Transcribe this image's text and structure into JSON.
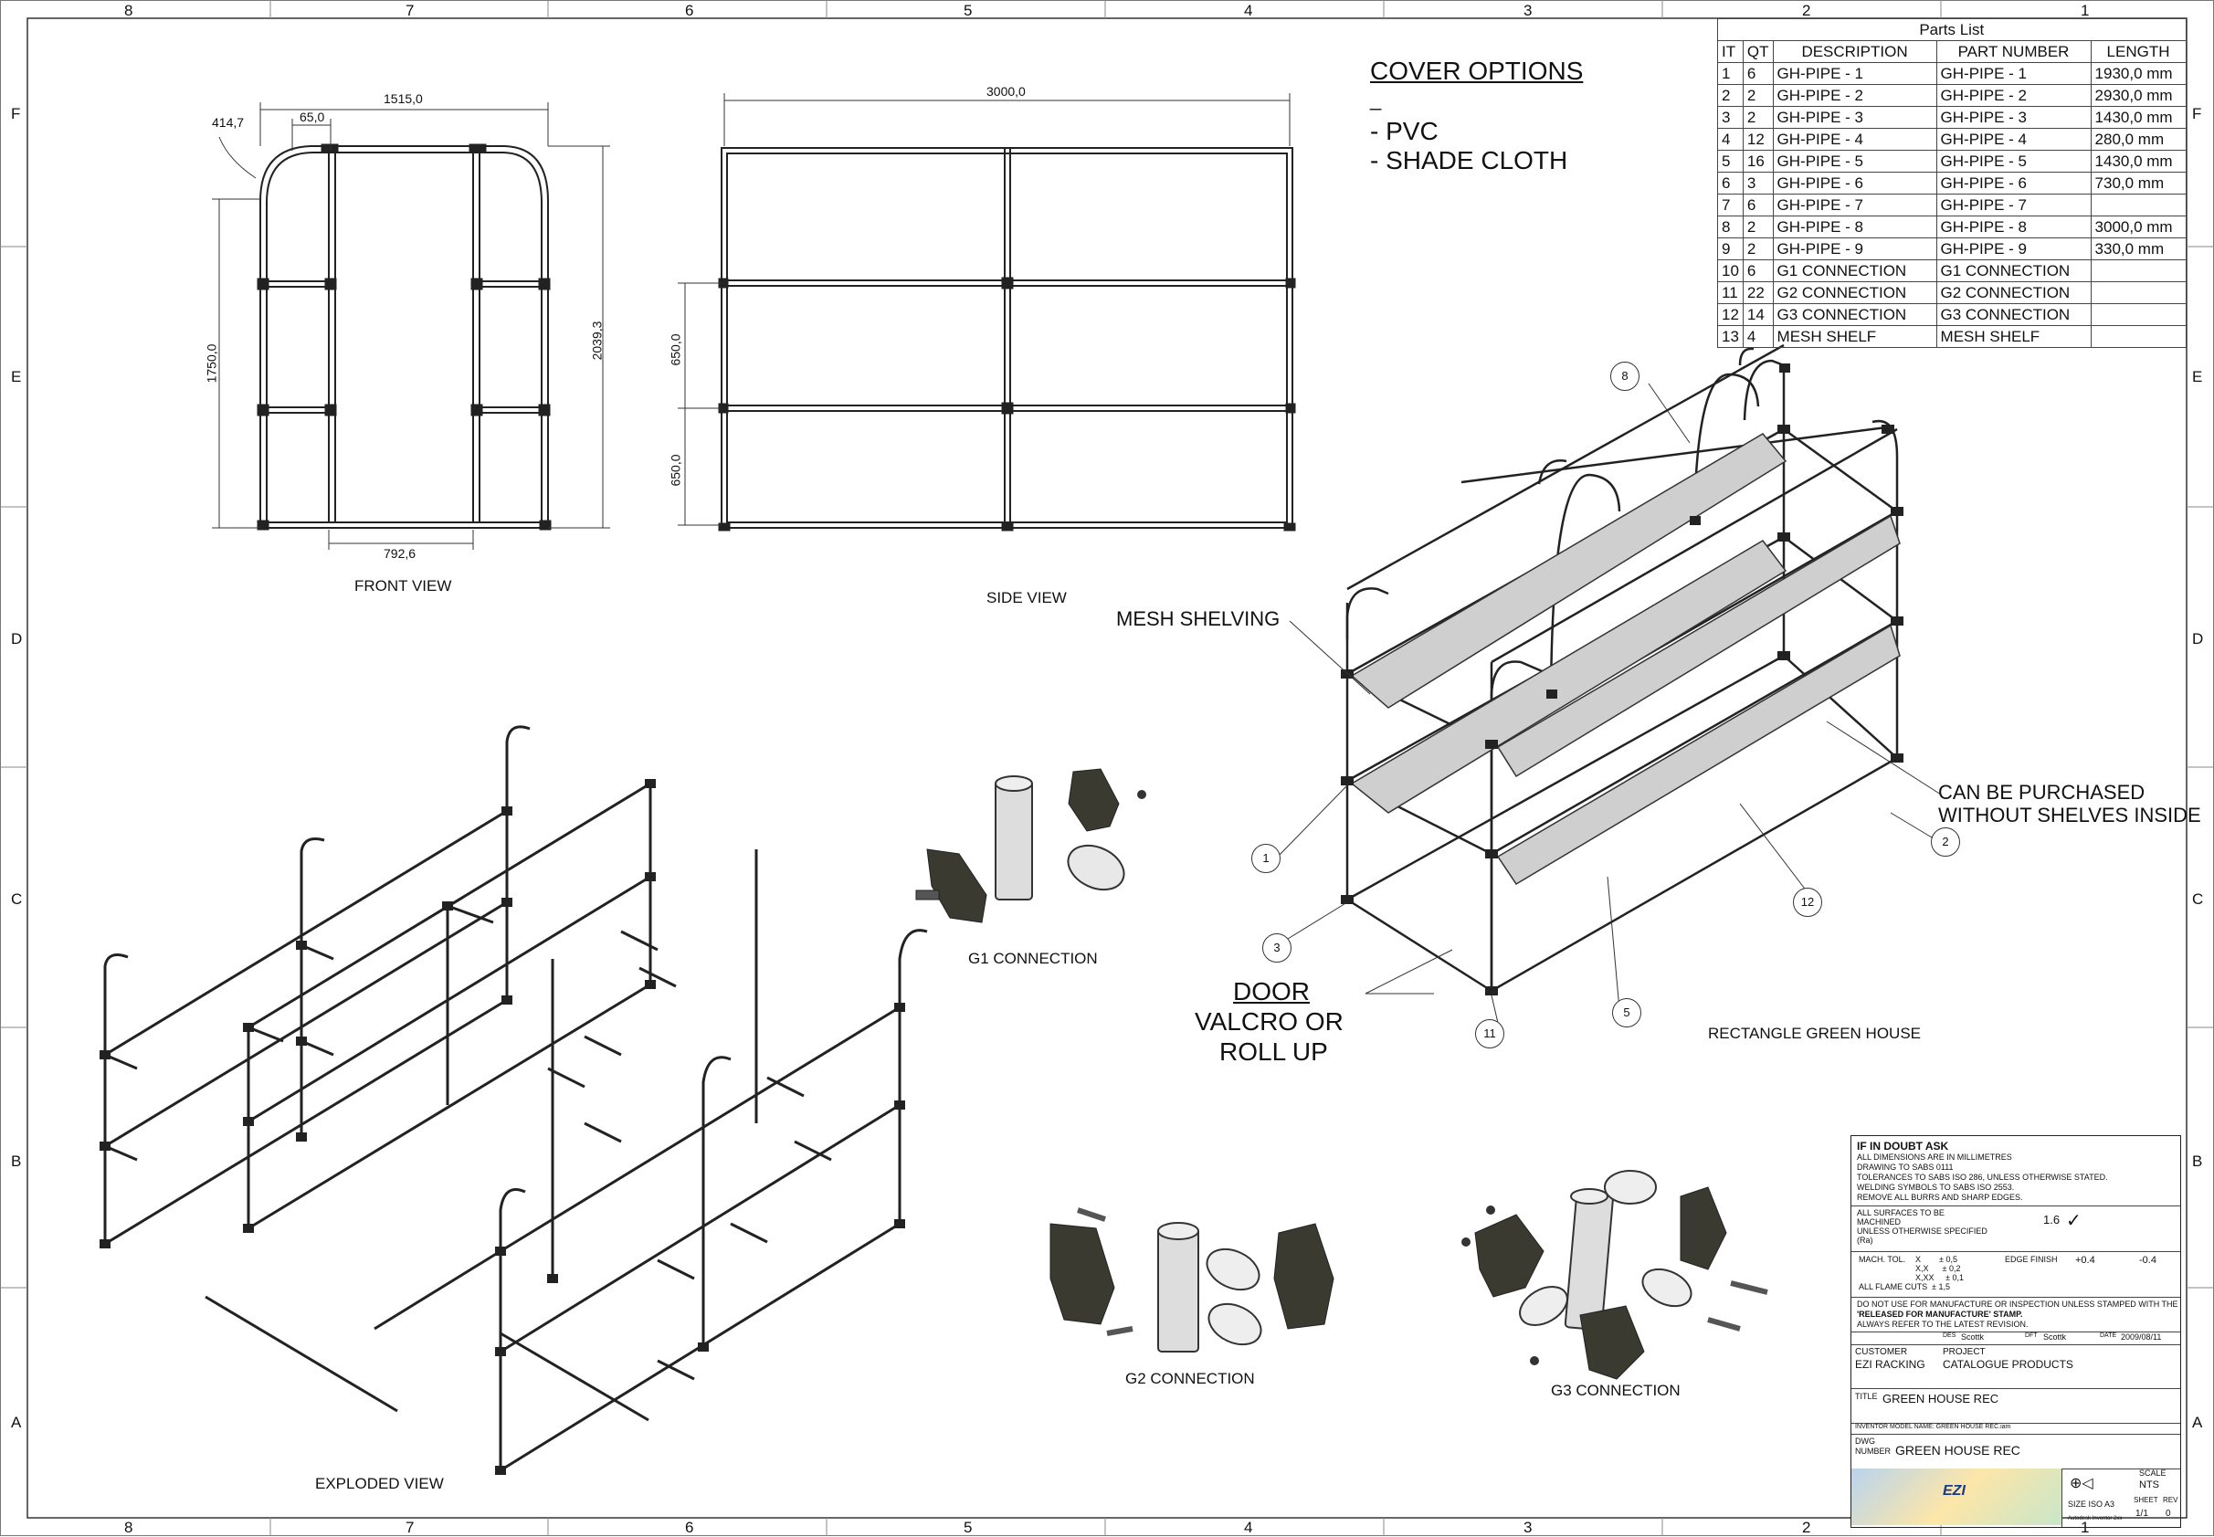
{
  "zones": {
    "columns": [
      "8",
      "7",
      "6",
      "5",
      "4",
      "3",
      "2",
      "1"
    ],
    "rows": [
      "F",
      "E",
      "D",
      "C",
      "B",
      "A"
    ]
  },
  "front_view": {
    "label": "FRONT VIEW",
    "dims": {
      "width": "1515,0",
      "offset": "65,0",
      "radius": "414,7",
      "height_inner": "1750,0",
      "height_total": "2039,3",
      "door": "792,6"
    }
  },
  "side_view": {
    "label": "SIDE VIEW",
    "dims": {
      "length": "3000,0",
      "shelf_1": "650,0",
      "shelf_2": "650,0"
    }
  },
  "cover_options": {
    "title": "COVER OPTIONS",
    "dash": "_",
    "items": [
      "- PVC",
      "- SHADE CLOTH"
    ]
  },
  "parts_list": {
    "title": "Parts List",
    "headers": [
      "IT",
      "QT",
      "DESCRIPTION",
      "PART NUMBER",
      "LENGTH"
    ],
    "rows": [
      [
        "1",
        "6",
        "GH-PIPE - 1",
        "GH-PIPE - 1",
        "1930,0 mm"
      ],
      [
        "2",
        "2",
        "GH-PIPE - 2",
        "GH-PIPE - 2",
        "2930,0 mm"
      ],
      [
        "3",
        "2",
        "GH-PIPE - 3",
        "GH-PIPE - 3",
        "1430,0 mm"
      ],
      [
        "4",
        "12",
        "GH-PIPE - 4",
        "GH-PIPE - 4",
        "280,0 mm"
      ],
      [
        "5",
        "16",
        "GH-PIPE - 5",
        "GH-PIPE - 5",
        "1430,0 mm"
      ],
      [
        "6",
        "3",
        "GH-PIPE - 6",
        "GH-PIPE - 6",
        "730,0 mm"
      ],
      [
        "7",
        "6",
        "GH-PIPE - 7",
        "GH-PIPE - 7",
        ""
      ],
      [
        "8",
        "2",
        "GH-PIPE - 8",
        "GH-PIPE - 8",
        "3000,0 mm"
      ],
      [
        "9",
        "2",
        "GH-PIPE - 9",
        "GH-PIPE - 9",
        "330,0 mm"
      ],
      [
        "10",
        "6",
        "G1 CONNECTION",
        "G1 CONNECTION",
        ""
      ],
      [
        "11",
        "22",
        "G2 CONNECTION",
        "G2 CONNECTION",
        ""
      ],
      [
        "12",
        "14",
        "G3 CONNECTION",
        "G3 CONNECTION",
        ""
      ],
      [
        "13",
        "4",
        "MESH SHELF",
        "MESH SHELF",
        ""
      ]
    ]
  },
  "iso_view": {
    "label": "RECTANGLE GREEN HOUSE",
    "mesh_shelving": "MESH SHELVING",
    "purchase_note_1": "CAN BE PURCHASED",
    "purchase_note_2": "WITHOUT SHELVES INSIDE",
    "door_title": "DOOR",
    "door_line_1": "VALCRO OR",
    "door_line_2": "ROLL UP",
    "balloons": [
      "8",
      "1",
      "3",
      "11",
      "5",
      "12",
      "2"
    ]
  },
  "exploded_view": {
    "label": "EXPLODED VIEW"
  },
  "connections": {
    "g1": "G1 CONNECTION",
    "g2": "G2 CONNECTION",
    "g3": "G3 CONNECTION"
  },
  "title_block": {
    "doubt": "IF IN DOUBT ASK",
    "notes": [
      "ALL DIMENSIONS ARE IN MILLIMETRES",
      "DRAWING TO SABS 0111",
      "TOLERANCES TO SABS ISO 286, UNLESS OTHERWISE STATED.",
      "WELDING SYMBOLS TO SABS ISO 2553.",
      "REMOVE ALL BURRS AND SHARP EDGES."
    ],
    "surfaces": [
      "ALL SURFACES TO BE",
      "MACHINED",
      "UNLESS OTHERWISE SPECIFIED",
      "(Ra)"
    ],
    "roughness": "1.6",
    "mach_tol": "MACH. TOL.",
    "tol_x": "X        ± 0,5",
    "tol_xx": "X,X      ± 0,2",
    "tol_xxx": "X,XX     ± 0,1",
    "flame": "ALL FLAME CUTS",
    "flame_tol": "± 1,5",
    "edge_finish": "EDGE FINISH",
    "edge_plus": "+0.4",
    "edge_minus": "-0.4",
    "warning": [
      "DO NOT USE FOR MANUFACTURE OR INSPECTION UNLESS STAMPED WITH THE",
      "'RELEASED FOR MANUFACTURE' STAMP.",
      "ALWAYS REFER TO THE LATEST REVISION."
    ],
    "des_label": "DES",
    "des_value": "Scottk",
    "dft_label": "DFT",
    "dft_value": "Scottk",
    "date_label": "DATE",
    "date_value": "2009/08/11",
    "customer_label": "CUSTOMER",
    "customer_value": "EZI RACKING",
    "project_label": "PROJECT",
    "project_value": "CATALOGUE PRODUCTS",
    "title_label": "TITLE",
    "title_value": "GREEN HOUSE REC",
    "model_note": "INVENTOR MODEL NAME: GREEN HOUSE REC.iam",
    "dwg_label": "DWG",
    "number_label": "NUMBER",
    "dwg_value": "GREEN HOUSE REC",
    "scale_label": "SCALE",
    "scale_value": "NTS",
    "size_value": "SIZE ISO A3",
    "sheet_label": "SHEET",
    "sheet_value": "1/1",
    "rev_label": "REV",
    "rev_value": "0",
    "software": "Autodesk Inventor 2xx",
    "logo_text": "EZI"
  }
}
